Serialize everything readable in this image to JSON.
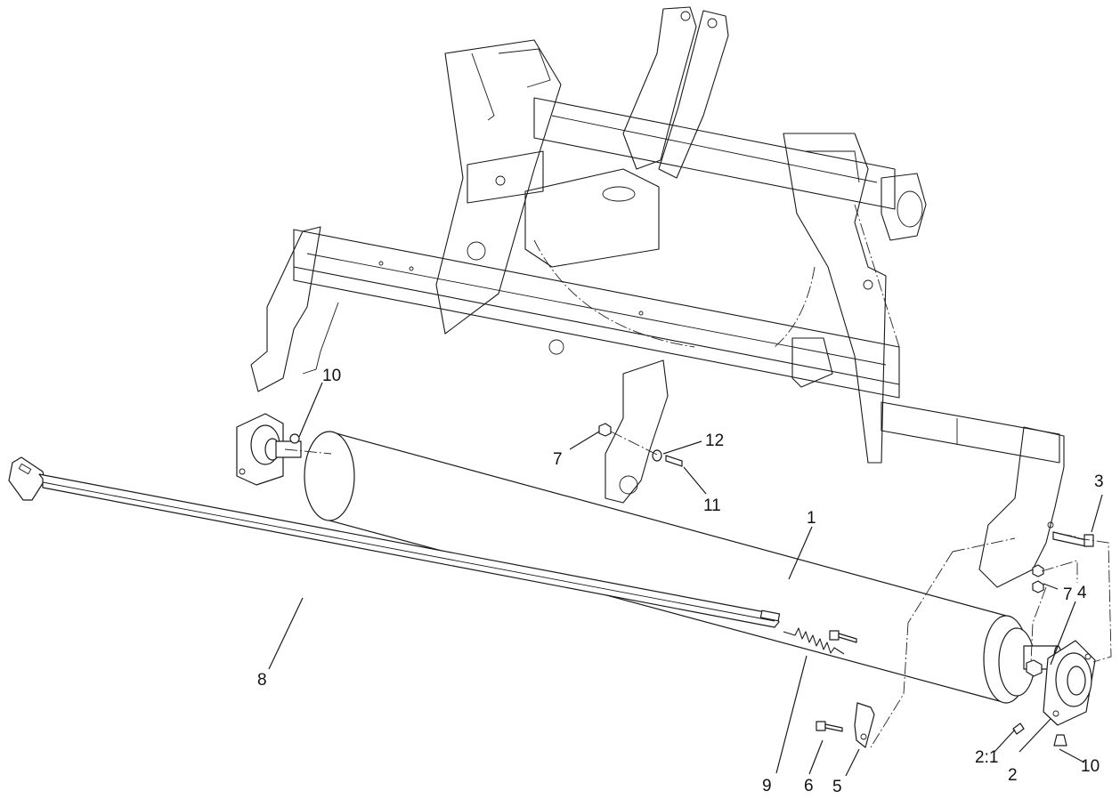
{
  "diagram": {
    "callouts": [
      {
        "id": "c1",
        "label": "1"
      },
      {
        "id": "c2",
        "label": "2"
      },
      {
        "id": "c2-1",
        "label": "2:1"
      },
      {
        "id": "c3",
        "label": "3"
      },
      {
        "id": "c4",
        "label": "4"
      },
      {
        "id": "c5",
        "label": "5"
      },
      {
        "id": "c6",
        "label": "6"
      },
      {
        "id": "c7a",
        "label": "7"
      },
      {
        "id": "c7b",
        "label": "7"
      },
      {
        "id": "c8",
        "label": "8"
      },
      {
        "id": "c9",
        "label": "9"
      },
      {
        "id": "c10a",
        "label": "10"
      },
      {
        "id": "c10b",
        "label": "10"
      },
      {
        "id": "c11",
        "label": "11"
      },
      {
        "id": "c12",
        "label": "12"
      }
    ]
  }
}
